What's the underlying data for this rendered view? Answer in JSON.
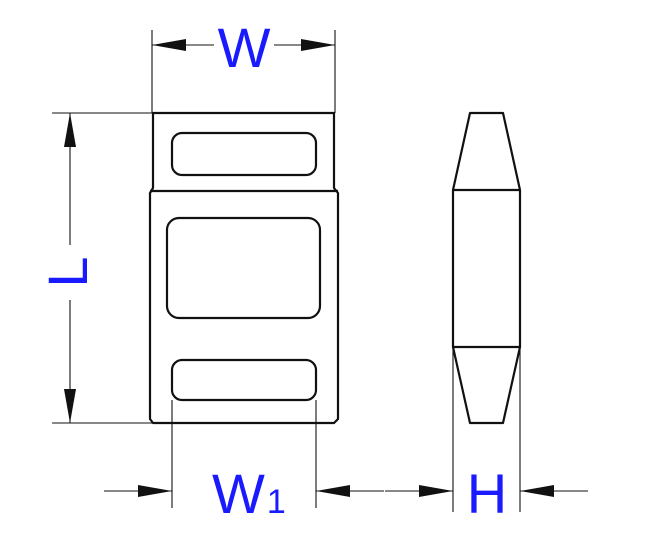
{
  "labels": {
    "width": "W",
    "length": "L",
    "inner_width_main": "W",
    "inner_width_sub": "1",
    "height": "H"
  },
  "colors": {
    "label": "#1a1aff",
    "lines": "#111111",
    "background": "#ffffff"
  }
}
